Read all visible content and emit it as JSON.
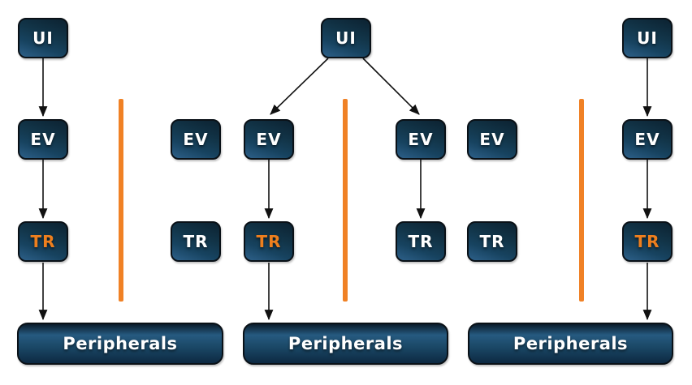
{
  "diagram": {
    "description": "Three side-by-side stack diagrams of UI / EV / TR layers over Peripherals bars, separated by orange divider lines",
    "colors": {
      "background": "#ffffff",
      "box_fill_dark": "#0c2231",
      "box_fill_light": "#2d6089",
      "box_border": "#0a1117",
      "label_white": "#ffffff",
      "label_orange": "#ee7f1e",
      "divider_orange": "#f08125",
      "arrow_black": "#111111"
    },
    "nodes": [
      {
        "id": "ui-left",
        "label": "UI",
        "label_color": "white"
      },
      {
        "id": "ui-middle",
        "label": "UI",
        "label_color": "white"
      },
      {
        "id": "ui-right",
        "label": "UI",
        "label_color": "white"
      },
      {
        "id": "ev-left",
        "label": "EV",
        "label_color": "white"
      },
      {
        "id": "ev-standalone-left",
        "label": "EV",
        "label_color": "white"
      },
      {
        "id": "ev-middle-left",
        "label": "EV",
        "label_color": "white"
      },
      {
        "id": "ev-middle-right",
        "label": "EV",
        "label_color": "white"
      },
      {
        "id": "ev-standalone-right",
        "label": "EV",
        "label_color": "white"
      },
      {
        "id": "ev-right",
        "label": "EV",
        "label_color": "white"
      },
      {
        "id": "tr-left",
        "label": "TR",
        "label_color": "orange"
      },
      {
        "id": "tr-standalone-left",
        "label": "TR",
        "label_color": "white"
      },
      {
        "id": "tr-middle-left",
        "label": "TR",
        "label_color": "orange"
      },
      {
        "id": "tr-middle-right",
        "label": "TR",
        "label_color": "white"
      },
      {
        "id": "tr-standalone-right",
        "label": "TR",
        "label_color": "white"
      },
      {
        "id": "tr-right",
        "label": "TR",
        "label_color": "orange"
      }
    ],
    "peripheral_bars": [
      {
        "id": "peripherals-left",
        "label": "Peripherals"
      },
      {
        "id": "peripherals-middle",
        "label": "Peripherals"
      },
      {
        "id": "peripherals-right",
        "label": "Peripherals"
      }
    ],
    "dividers": [
      {
        "id": "divider-left"
      },
      {
        "id": "divider-middle"
      },
      {
        "id": "divider-right"
      }
    ],
    "edges": [
      "ui-left -> ev-left",
      "ev-left -> tr-left",
      "tr-left -> peripherals-left",
      "ui-middle -> ev-middle-left",
      "ui-middle -> ev-middle-right",
      "ev-middle-left -> tr-middle-left",
      "tr-middle-left -> peripherals-middle",
      "ev-middle-right -> tr-middle-right",
      "ui-right -> ev-right",
      "ev-right -> tr-right",
      "tr-right -> peripherals-right"
    ]
  }
}
